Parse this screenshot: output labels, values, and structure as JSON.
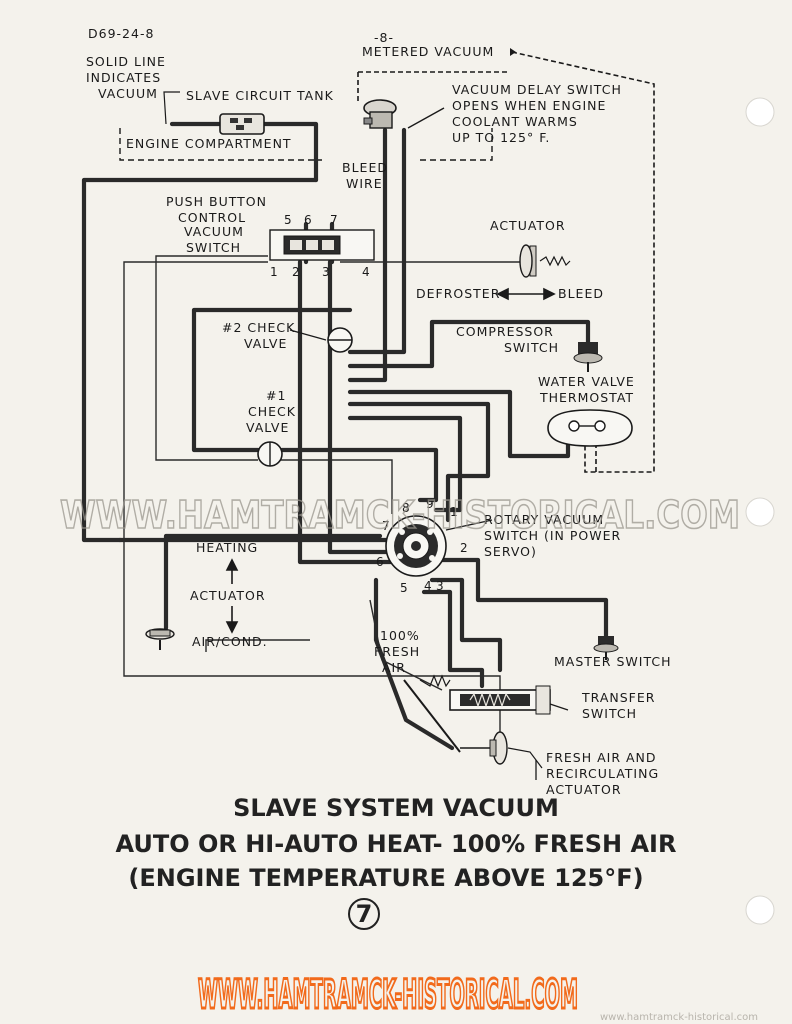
{
  "doc_code": "D69-24-8",
  "page_marker": "-8-",
  "labels": {
    "metered_vacuum": "METERED VACUUM",
    "solid_line_1": "SOLID LINE",
    "solid_line_2": "INDICATES",
    "solid_line_3": "VACUUM",
    "slave_tank": "SLAVE CIRCUIT TANK",
    "engine_compartment": "ENGINE COMPARTMENT",
    "delay_1": "VACUUM DELAY SWITCH",
    "delay_2": "OPENS WHEN ENGINE",
    "delay_3": "COOLANT WARMS",
    "delay_4": "UP TO 125° F.",
    "bleed_1": "BLEED",
    "bleed_2": "WIRE",
    "push_1": "PUSH BUTTON",
    "push_2": "CONTROL",
    "push_3": "VACUUM",
    "push_4": "SWITCH",
    "actuator_top": "ACTUATOR",
    "defroster": "DEFROSTER",
    "bleed": "BLEED",
    "check2_1": "#2 CHECK",
    "check2_2": "VALVE",
    "compressor_1": "COMPRESSOR",
    "compressor_2": "SWITCH",
    "water_1": "WATER VALVE",
    "water_2": "THERMOSTAT",
    "check1_1": "#1",
    "check1_2": "CHECK",
    "check1_3": "VALVE",
    "rotary_1": "ROTARY VACUUM",
    "rotary_2": "SWITCH (IN POWER",
    "rotary_3": "SERVO)",
    "heating": "HEATING",
    "actuator_mid": "ACTUATOR",
    "aircond": "AIR/COND.",
    "fresh_1": "100%",
    "fresh_2": "FRESH",
    "fresh_3": "AIR",
    "master": "MASTER SWITCH",
    "transfer_1": "TRANSFER",
    "transfer_2": "SWITCH",
    "recirc_1": "FRESH AIR AND",
    "recirc_2": "RECIRCULATING",
    "recirc_3": "ACTUATOR"
  },
  "port_numbers": {
    "push_top": [
      "5",
      "6",
      "7"
    ],
    "push_bottom": [
      "1",
      "2",
      "3",
      "4"
    ],
    "rotary": [
      "1",
      "2",
      "3",
      "4",
      "5",
      "6",
      "7",
      "8",
      "9"
    ]
  },
  "title": {
    "line1": "SLAVE SYSTEM VACUUM",
    "line2": "AUTO OR HI-AUTO HEAT- 100% FRESH AIR",
    "line3": "(ENGINE TEMPERATURE ABOVE 125°F)",
    "figure_number": "7"
  },
  "watermark": {
    "middle": "WWW.HAMTRAMCK-HISTORICAL.COM",
    "bottom": "WWW.HAMTRAMCK-HISTORICAL.COM",
    "corner": "www.hamtramck-historical.com"
  },
  "colors": {
    "ink": "#1a1a1a",
    "paper": "#f4f2ec",
    "watermark_orange": "#f26a1b"
  }
}
